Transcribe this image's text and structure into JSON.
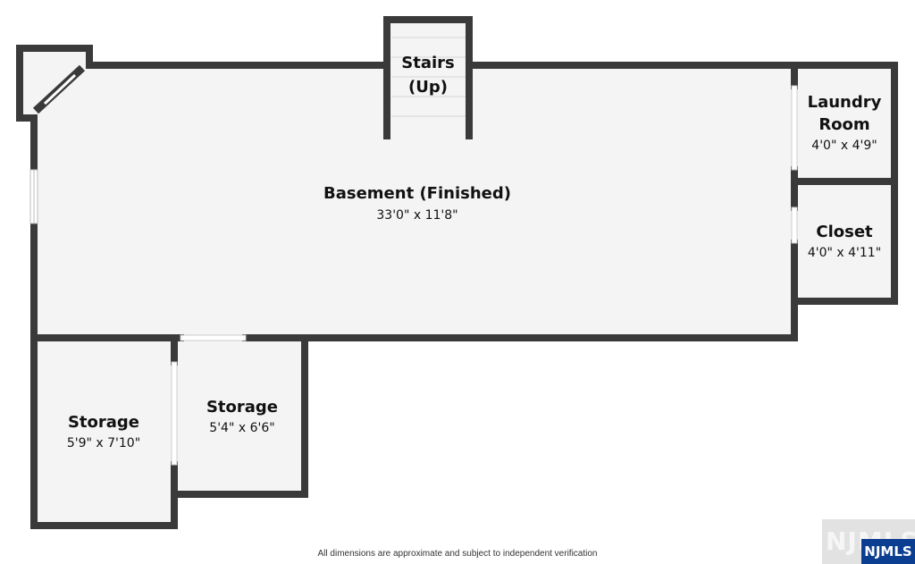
{
  "rooms": {
    "basement": {
      "name": "Basement (Finished)",
      "dims": "33'0\" x 11'8\""
    },
    "stairs": {
      "name_line1": "Stairs",
      "name_line2": "(Up)"
    },
    "laundry": {
      "name_line1": "Laundry",
      "name_line2": "Room",
      "dims": "4'0\" x 4'9\""
    },
    "closet": {
      "name": "Closet",
      "dims": "4'0\" x 4'11\""
    },
    "storage_left": {
      "name": "Storage",
      "dims": "5'9\" x 7'10\""
    },
    "storage_right": {
      "name": "Storage",
      "dims": "5'4\" x 6'6\""
    }
  },
  "footer": {
    "disclaimer": "All dimensions are approximate and subject to independent verification"
  },
  "watermark": {
    "ghost_text": "NJMLS",
    "badge_text": "NJMLS"
  },
  "colors": {
    "wall": "#3a3a3a",
    "floor": "#f4f4f4",
    "background": "#ffffff",
    "badge": "#0b3d91"
  }
}
